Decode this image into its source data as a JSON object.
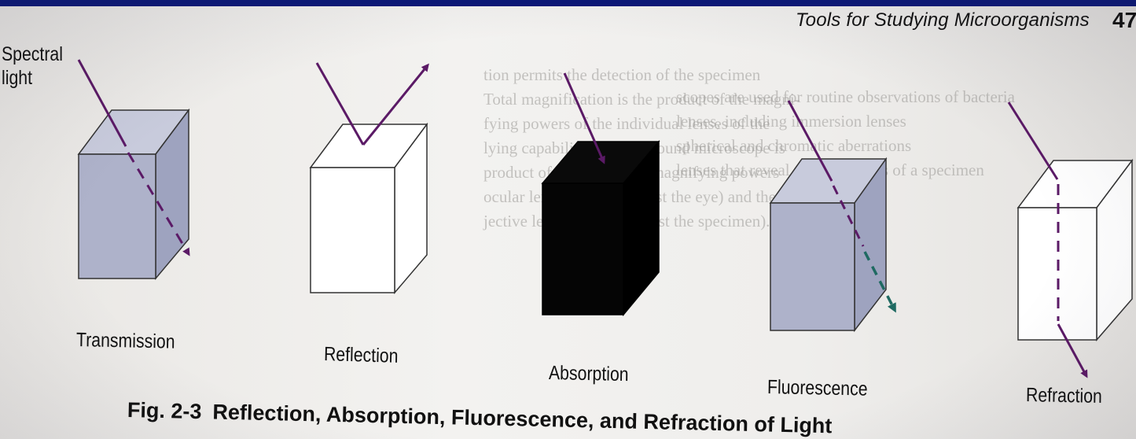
{
  "header": {
    "running_head": "Tools for Studying Microorganisms",
    "page_number": "47"
  },
  "figure": {
    "panels": [
      {
        "label": "Transmission",
        "incident_label": "Spectral\nlight"
      },
      {
        "label": "Reflection"
      },
      {
        "label": "Absorption"
      },
      {
        "label": "Fluorescence"
      },
      {
        "label": "Refraction"
      }
    ],
    "caption": {
      "number": "Fig. 2-3",
      "title": "Reflection, Absorption, Fluorescence, and Refraction of Light"
    },
    "colors": {
      "ray": "#5b1a66",
      "transmitted_ray": "#5b1a66",
      "fluorescent_ray": "#1f6a62",
      "cube_tinted": "#a9aec7",
      "cube_clear": "#ffffff",
      "cube_black": "#000000"
    }
  },
  "background_text": [
    "tion permits the detection of the specimen",
    "Total magnification is the product of the magni-",
    "fying powers of the individual lenses of the",
    "lying capability of a compound microscope is",
    "product of the individual magnifying powers",
    "ocular lens (the lens nearest the eye) and the",
    "jective lens (the lens nearest the specimen).",
    "scopes are used for routine observations of bacteria",
    "lenses, including immersion lenses",
    "spherical and chromatic aberrations",
    "lenses that reveal the true colors of a specimen"
  ]
}
